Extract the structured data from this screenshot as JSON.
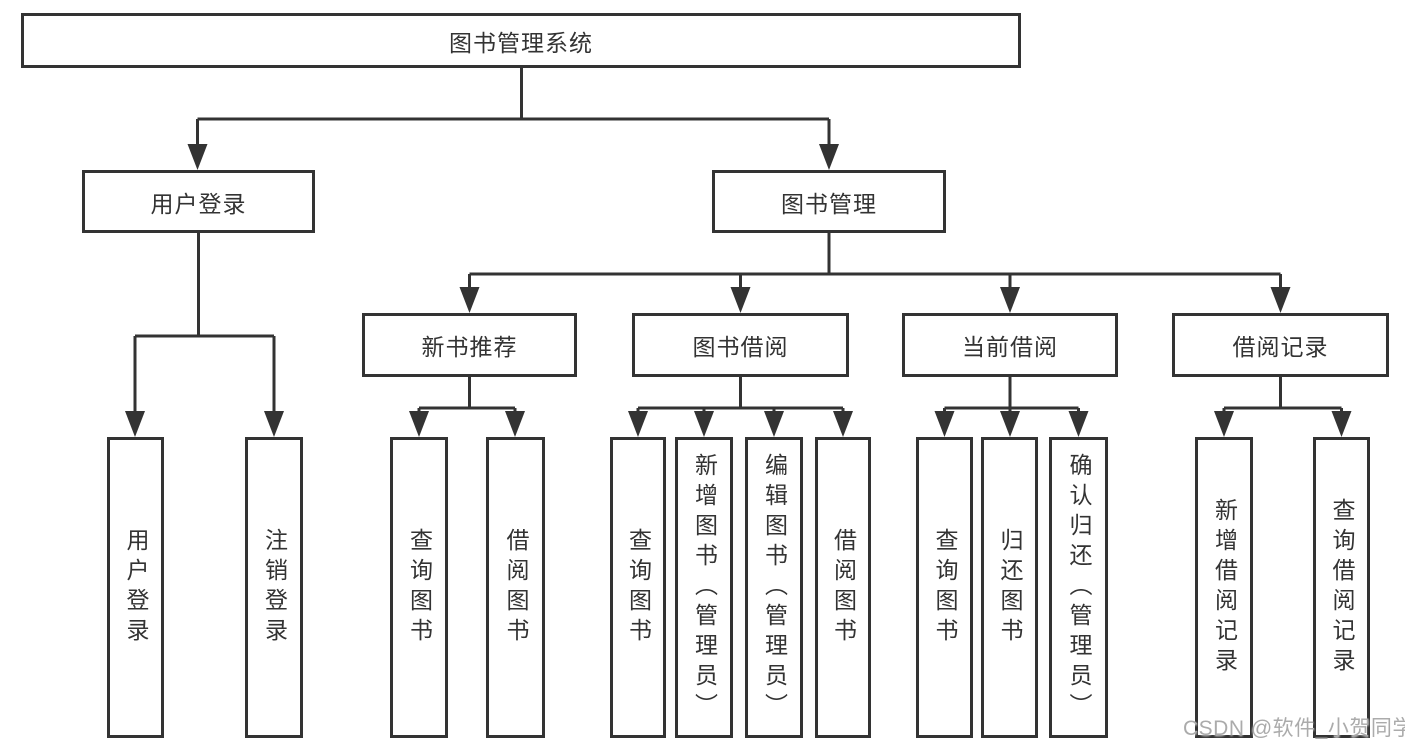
{
  "tree": {
    "root_label": "图书管理系统",
    "branches": [
      {
        "label": "用户登录",
        "leaves": [
          "用户登录",
          "注销登录"
        ]
      },
      {
        "label": "图书管理",
        "groups": [
          {
            "label": "新书推荐",
            "leaves": [
              "查询图书",
              "借阅图书"
            ]
          },
          {
            "label": "图书借阅",
            "leaves": [
              "查询图书",
              "新增图书（管理员）",
              "编辑图书（管理员）",
              "借阅图书"
            ]
          },
          {
            "label": "当前借阅",
            "leaves": [
              "查询图书",
              "归还图书",
              "确认归还（管理员）"
            ]
          },
          {
            "label": "借阅记录",
            "leaves": [
              "新增借阅记录",
              "查询借阅记录"
            ]
          }
        ]
      }
    ]
  },
  "watermark": {
    "text": "CSDN @软件_小贺同学"
  },
  "colors": {
    "line": "#333333",
    "box_border": "#333333",
    "box_background": "#ffffff",
    "text": "#333333",
    "watermark": "#ababab",
    "page_background": "#ffffff"
  }
}
